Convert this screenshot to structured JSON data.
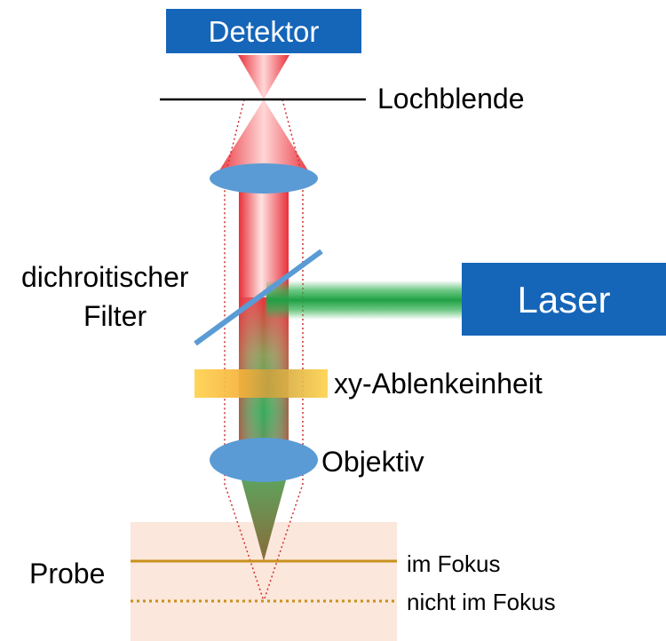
{
  "labels": {
    "detector": "Detektor",
    "pinhole": "Lochblende",
    "dichroic_line1": "dichroitischer",
    "dichroic_line2": "Filter",
    "laser": "Laser",
    "scanner": "xy-Ablenkeinheit",
    "objective": "Objektiv",
    "sample": "Probe",
    "in_focus": "im Fokus",
    "out_of_focus": "nicht im Fokus"
  },
  "colors": {
    "box_fill": "#1565b8",
    "lens_fill": "#5b9bd5",
    "filter_line": "#5b9bd5",
    "scanner_fill": "#ffd24d",
    "sample_fill": "#fbe7db",
    "focus_line": "#c8901e",
    "emission_red": "#e8303a",
    "excitation_green": "#2fb050"
  }
}
